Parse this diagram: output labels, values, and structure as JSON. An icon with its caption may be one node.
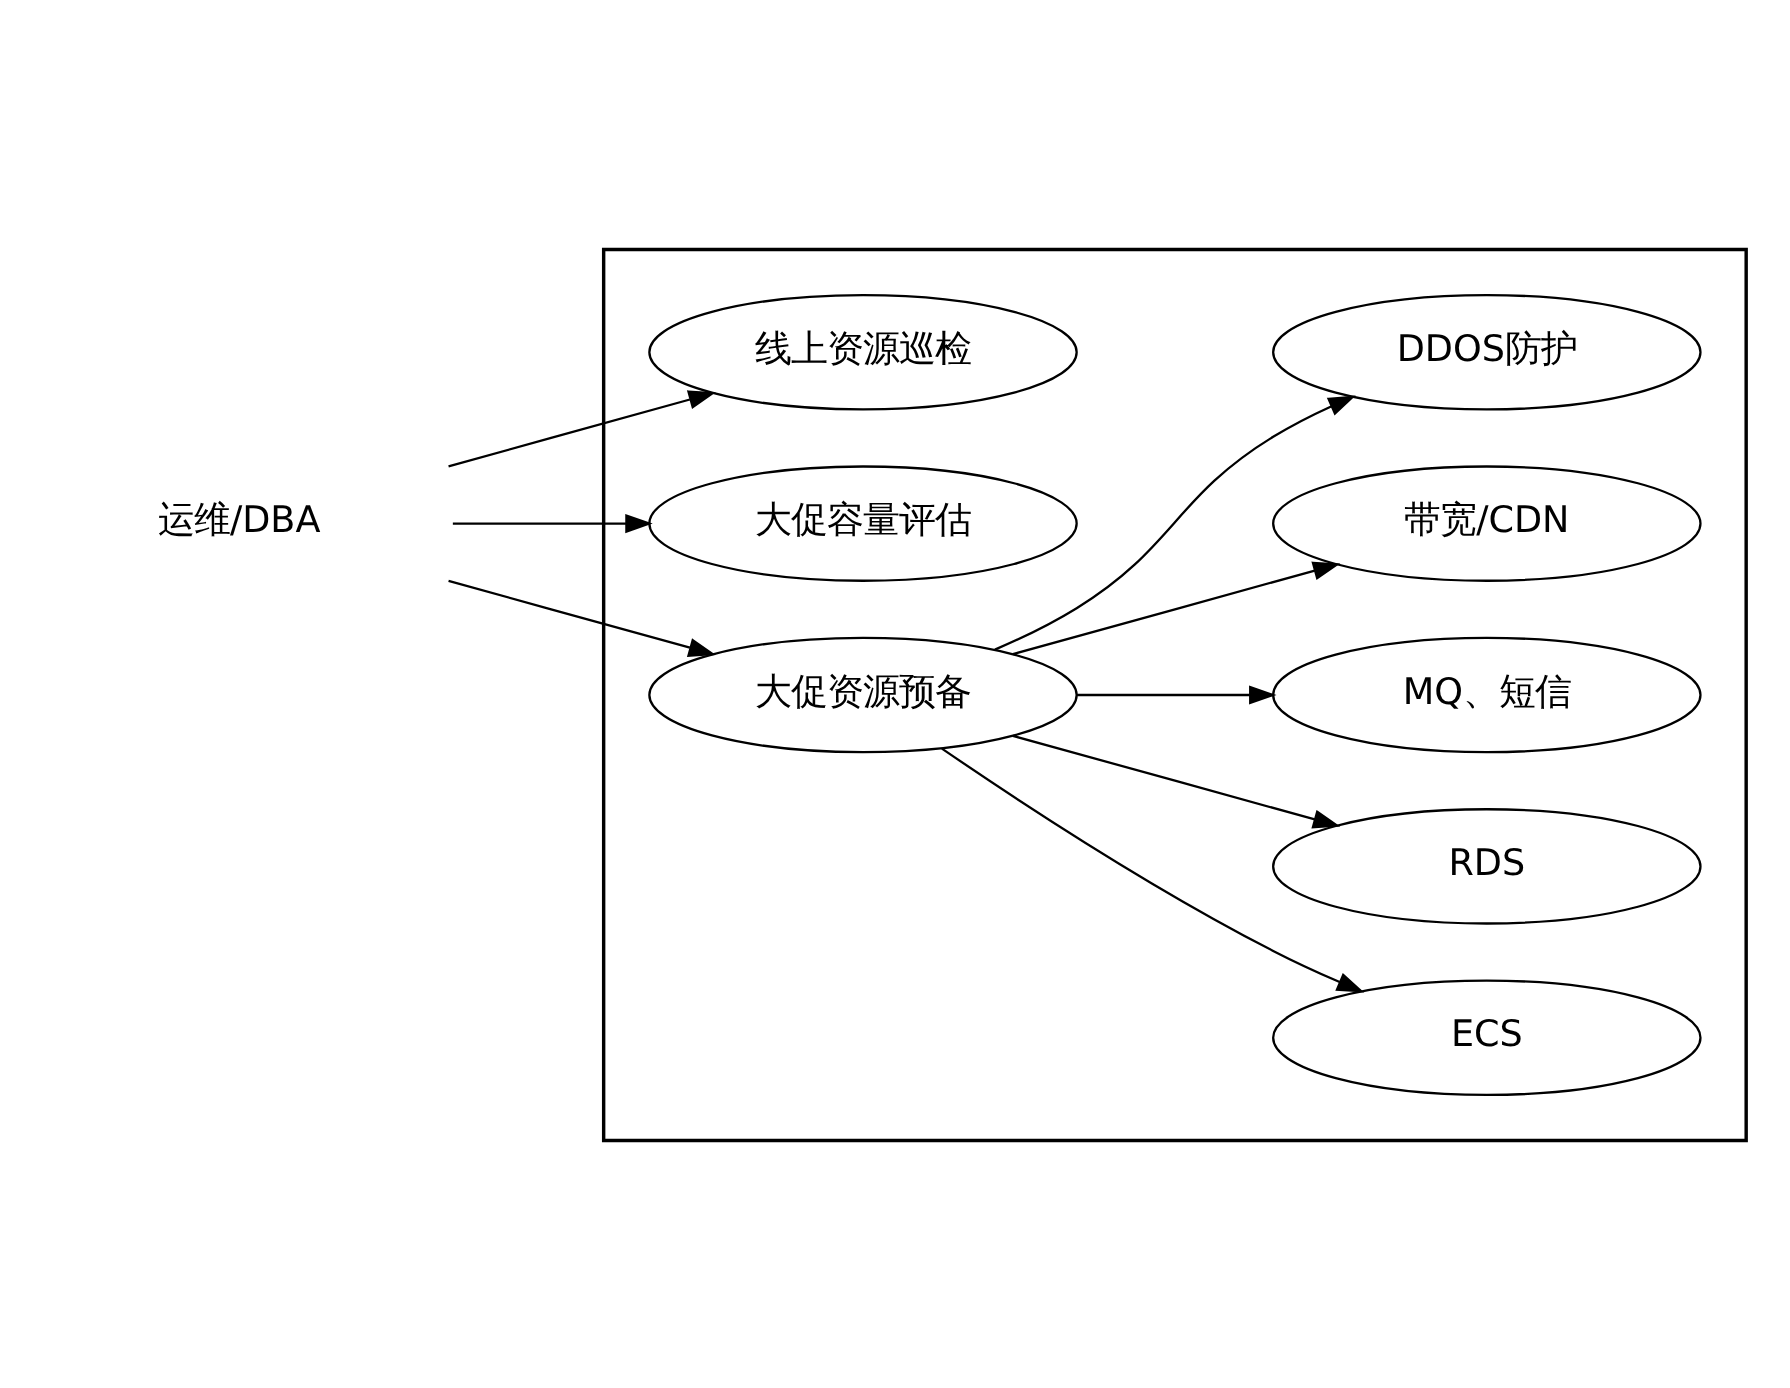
{
  "diagram": {
    "nodes": [
      {
        "text": [],
        "shape": "box"
      },
      {
        "text": [
          "运维/DBA"
        ]
      },
      {
        "text": [
          "线上资源巡检"
        ],
        "in": 0
      },
      {
        "text": [
          "大促容量评估"
        ],
        "in": 0
      },
      {
        "text": [
          "大促资源预备"
        ],
        "in": 0
      },
      {
        "text": [
          "ECS"
        ],
        "in": 0
      },
      {
        "text": [
          "RDS"
        ],
        "in": 0
      },
      {
        "text": [
          "MQ、短信"
        ],
        "in": 0
      },
      {
        "text": [
          "带宽/CDN"
        ],
        "in": 0
      },
      {
        "text": [
          "DDOS防护"
        ],
        "in": 0
      }
    ],
    "edges": [
      {
        "from": 1,
        "to": 2,
        "arrow": "to"
      },
      {
        "from": 1,
        "to": 3,
        "arrow": "to"
      },
      {
        "from": 1,
        "to": 4,
        "arrow": "to"
      },
      {
        "from": 4,
        "to": 5,
        "arrow": "to"
      },
      {
        "from": 4,
        "to": 6,
        "arrow": "to"
      },
      {
        "from": 4,
        "to": 7,
        "arrow": "to"
      },
      {
        "from": 4,
        "to": 8,
        "arrow": "to"
      },
      {
        "from": 4,
        "to": 9,
        "arrow": "to"
      }
    ]
  }
}
